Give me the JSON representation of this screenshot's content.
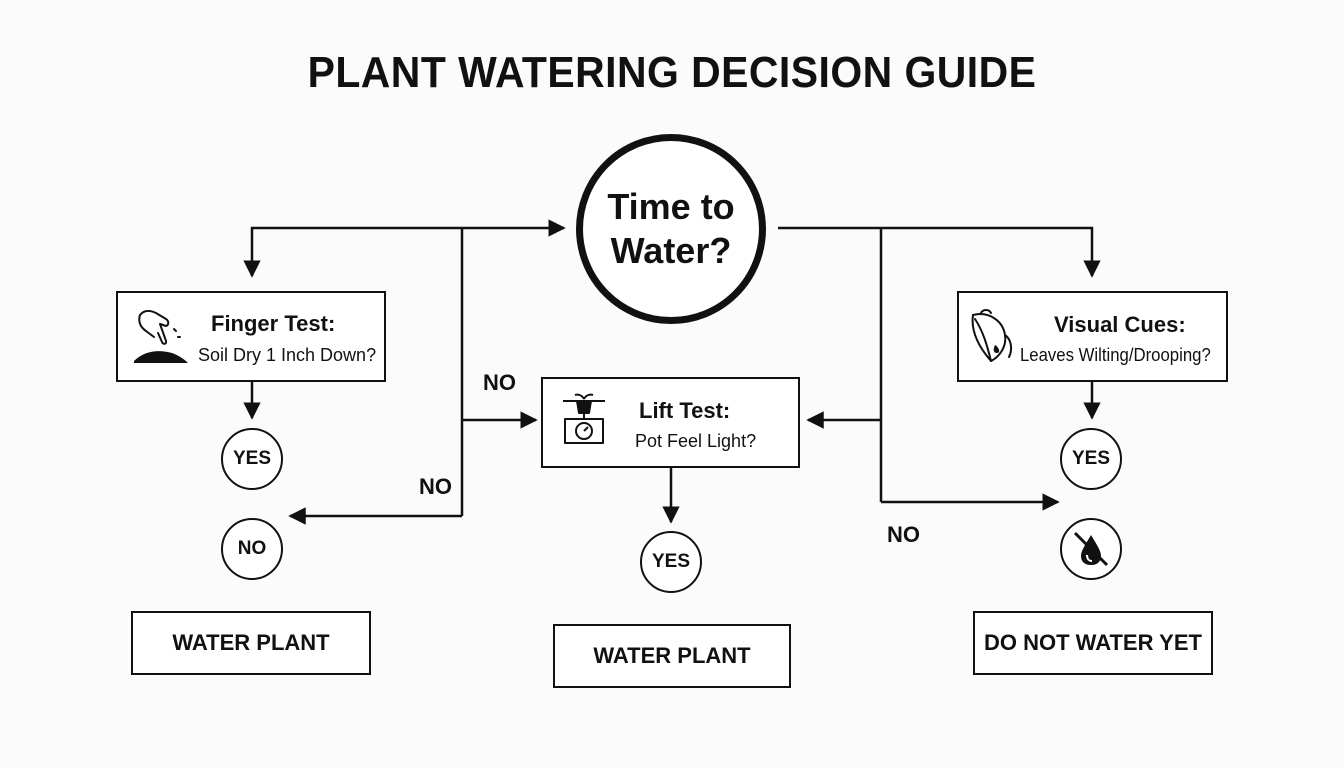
{
  "title": "PLANT WATERING DECISION GUIDE",
  "center": {
    "line1": "Time to",
    "line2": "Water?"
  },
  "finger": {
    "title": "Finger Test:",
    "question": "Soil Dry 1 Inch Down?"
  },
  "lift": {
    "title": "Lift Test:",
    "question": "Pot Feel Light?"
  },
  "visual": {
    "title": "Visual Cues:",
    "question": "Leaves Wilting/Drooping?"
  },
  "answers": {
    "yes": "YES",
    "no": "NO"
  },
  "branch_labels": {
    "no_lift": "NO",
    "no_finger": "NO",
    "no_visual": "NO"
  },
  "results": {
    "left": "WATER PLANT",
    "middle": "WATER PLANT",
    "right": "DO NOT WATER YET"
  },
  "icons": {
    "finger": "finger-in-soil-icon",
    "lift": "scale-with-pot-icon",
    "visual": "leaf-icon",
    "no_water": "no-water-drop-icon"
  },
  "colors": {
    "ink": "#111111",
    "background": "#fbfbfb"
  }
}
